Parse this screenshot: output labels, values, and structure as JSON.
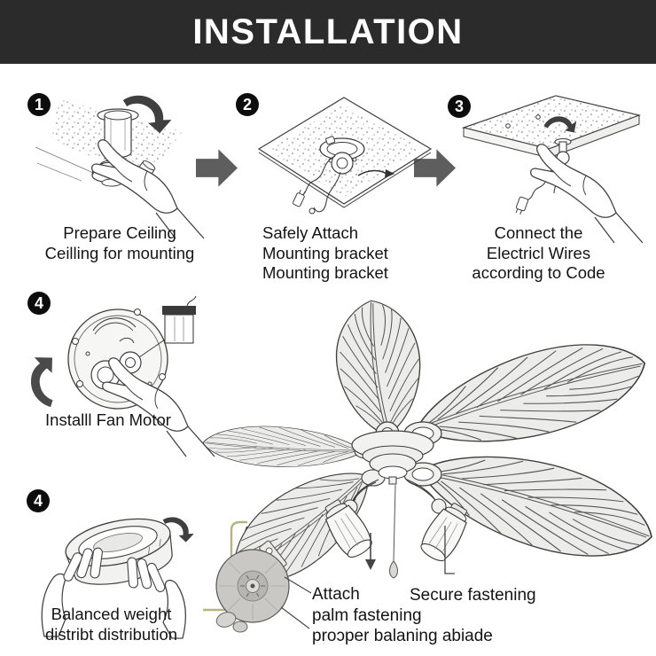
{
  "header": {
    "title": "INSTALLATION"
  },
  "steps": [
    {
      "number": "1",
      "lines": [
        "Prepare Ceiling",
        "Ceilling for mounting"
      ]
    },
    {
      "number": "2",
      "lines": [
        "Safely Attach",
        "Mounting bracket",
        "Mounting bracket"
      ]
    },
    {
      "number": "3",
      "lines": [
        "Connect the",
        "Electricl Wires",
        "according to Code"
      ]
    },
    {
      "number": "4",
      "lines": [
        "Installl Fan Motor"
      ]
    },
    {
      "number": "4",
      "lines": [
        "Balanced weight",
        "distribt distribution"
      ]
    }
  ],
  "fan": {
    "label_attach": [
      "Attach",
      "palm fastening",
      "proɔper balaning abiade"
    ],
    "label_secure": "Secure fastening"
  },
  "icons": {
    "flow_arrow": "block-right-arrow",
    "rotate_arrow": "curved-rotation-arrow",
    "pull_chain": "teardrop-pull-chain",
    "down_arrow": "down-arrow"
  },
  "colors": {
    "header_bg": "#2b2b2b",
    "header_text": "#ffffff",
    "flow_arrow": "#5e5e5e",
    "outline": "#3e3e3e",
    "leaf_fill": "#ececea",
    "wire_olive": "#b3b482",
    "wire_dark": "#3c3c3c",
    "module_gray": "#cac8c4",
    "stipple": "#909090",
    "text": "#141414"
  }
}
